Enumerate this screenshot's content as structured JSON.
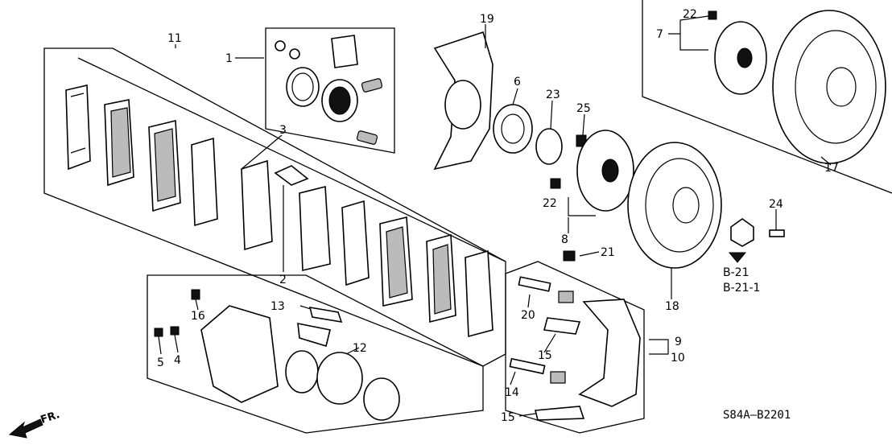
{
  "diagram": {
    "code": "S84A–B2201",
    "front_label": "FR.",
    "refs": [
      "B-21",
      "B-21-1"
    ],
    "callouts": {
      "c1": "1",
      "c2": "2",
      "c3": "3",
      "c4": "4",
      "c5": "5",
      "c6": "6",
      "c7": "7",
      "c8": "8",
      "c9": "9",
      "c10": "10",
      "c11": "11",
      "c12": "12",
      "c13": "13",
      "c14": "14",
      "c15a": "15",
      "c15b": "15",
      "c16": "16",
      "c17": "17",
      "c18": "18",
      "c19": "19",
      "c20": "20",
      "c21": "21",
      "c22a": "22",
      "c22b": "22",
      "c23": "23",
      "c24": "24",
      "c25": "25"
    }
  }
}
